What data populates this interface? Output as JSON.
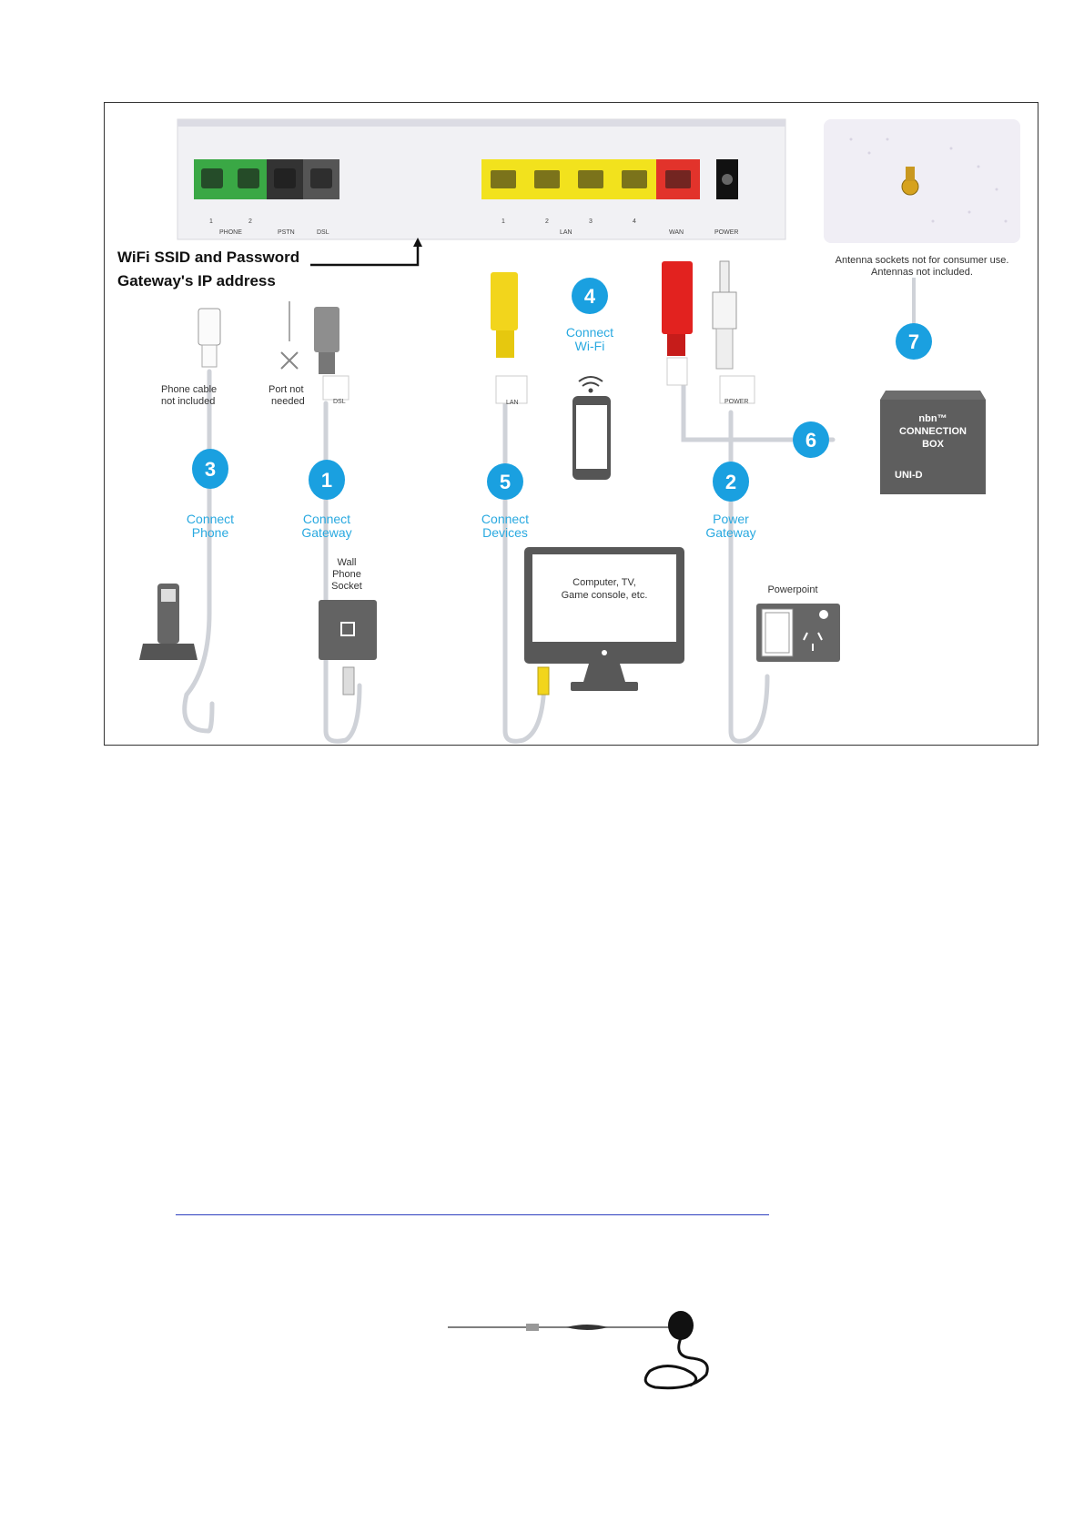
{
  "figure": {
    "note_line1": "WiFi SSID and Password",
    "note_line2": "Gateway's IP address",
    "port_labels": {
      "phone_1": "1",
      "phone_2": "2",
      "phone": "PHONE",
      "pstn": "PSTN",
      "dsl": "DSL",
      "lan_1": "1",
      "lan_2": "2",
      "lan_3": "3",
      "lan_4": "4",
      "lan": "LAN",
      "wan": "WAN",
      "power": "POWER"
    },
    "antenna_note_line1": "Antenna sockets not for consumer use.",
    "antenna_note_line2": "Antennas not included.",
    "phone_cable_note_line1": "Phone cable",
    "phone_cable_note_line2": "not included",
    "port_not_needed_line1": "Port not",
    "port_not_needed_line2": "needed",
    "plug_dsl": "DSL",
    "plug_lan": "LAN",
    "plug_power": "POWER",
    "steps": [
      {
        "number": "1",
        "line1": "Connect",
        "line2": "Gateway",
        "color": "#1aa0e0"
      },
      {
        "number": "2",
        "line1": "Power",
        "line2": "Gateway",
        "color": "#1aa0e0"
      },
      {
        "number": "3",
        "line1": "Connect",
        "line2": "Phone",
        "color": "#1aa0e0"
      },
      {
        "number": "4",
        "line1": "Connect",
        "line2": "Wi-Fi",
        "color": "#1aa0e0"
      },
      {
        "number": "5",
        "line1": "Connect",
        "line2": "Devices",
        "color": "#1aa0e0"
      },
      {
        "number": "6",
        "line1": "",
        "line2": "",
        "color": "#1aa0e0"
      },
      {
        "number": "7",
        "line1": "",
        "line2": "",
        "color": "#1aa0e0"
      }
    ],
    "nbn_box": {
      "line1": "nbn™",
      "line2": "CONNECTION",
      "line3": "BOX",
      "port": "UNI-D"
    },
    "wall_socket_line1": "Wall",
    "wall_socket_line2": "Phone",
    "wall_socket_line3": "Socket",
    "computer_line1": "Computer, TV,",
    "computer_line2": "Game console, etc.",
    "powerpoint": "Powerpoint",
    "colors": {
      "phone_port": "#3aa845",
      "pstn_port": "#333333",
      "dsl_port": "#555555",
      "lan_port": "#f2e21d",
      "wan_port": "#e2332b",
      "accent": "#29a9e0"
    }
  }
}
